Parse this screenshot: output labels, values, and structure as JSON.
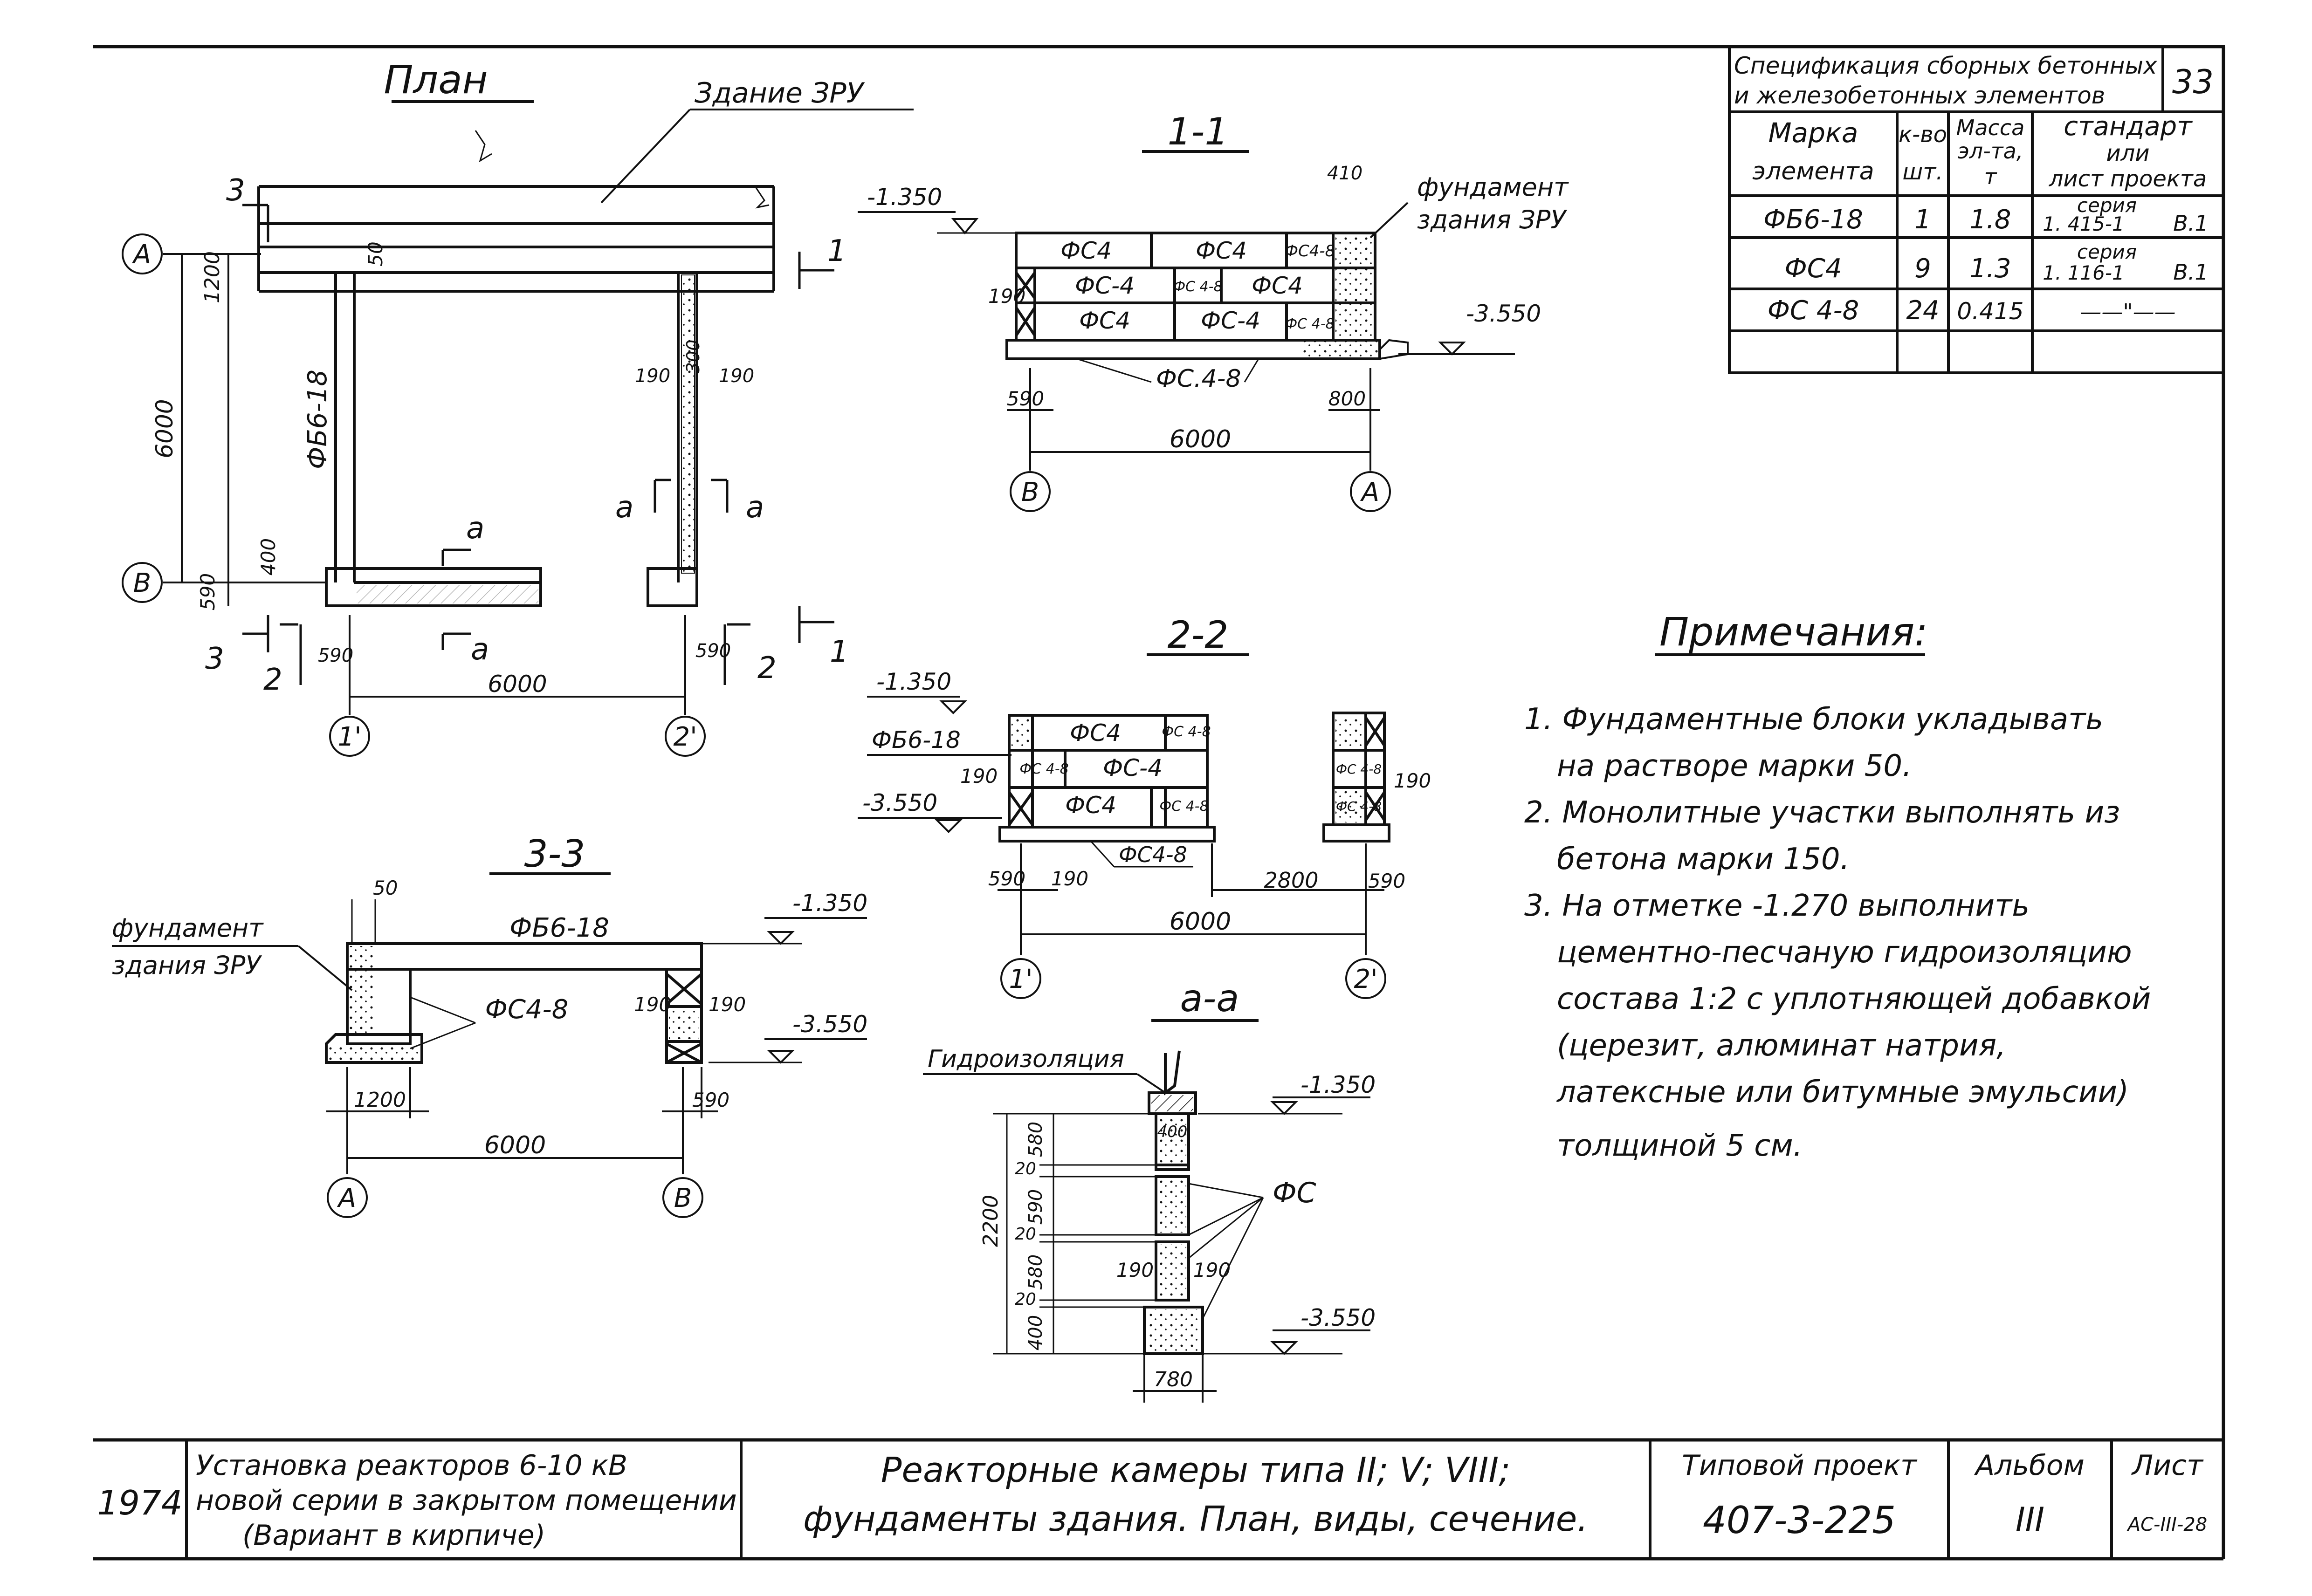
{
  "sheet_number": "33",
  "spec_table": {
    "title_line1": "Спецификация сборных бетонных",
    "title_line2": "и железобетонных элементов",
    "headers": {
      "mark_line1": "Марка",
      "mark_line2": "элемента",
      "qty_line1": "к-во",
      "qty_line2": "шт.",
      "mass_line1": "Масса",
      "mass_line2": "эл-та,",
      "mass_line3": "т",
      "std_line1": "стандарт",
      "std_line2": "или",
      "std_line3": "лист проекта"
    },
    "rows": [
      {
        "mark": "ФБ6-18",
        "qty": "1",
        "mass": "1.8",
        "std_top": "серия",
        "std_bottom": "1. 415-1",
        "std_issue": "В.1"
      },
      {
        "mark": "ФС4",
        "qty": "9",
        "mass": "1.3",
        "std_top": "серия",
        "std_bottom": "1. 116-1",
        "std_issue": "В.1"
      },
      {
        "mark": "ФС 4-8",
        "qty": "24",
        "mass": "0.415",
        "std_top": "",
        "std_bottom": "——\"——",
        "std_issue": ""
      }
    ]
  },
  "plan": {
    "title": "План",
    "building_label": "Здание ЗРУ",
    "axis_a": "А",
    "axis_b": "В",
    "axis_1": "1'",
    "axis_2": "2'",
    "dim_1200": "1200",
    "dim_50": "50",
    "dim_6000_v": "6000",
    "dim_400": "400",
    "dim_590": "590",
    "dim_190_l": "190",
    "dim_300": "300",
    "dim_190_r": "190",
    "dim_590_l": "590",
    "dim_590_r": "590",
    "dim_6000_h": "6000",
    "block_label": "ФБ6-18",
    "cut_3": "3",
    "cut_1": "1",
    "cut_2": "2",
    "cut_a": "а"
  },
  "section_1_1": {
    "title": "1-1",
    "level_top": "-1.350",
    "level_bottom": "-3.550",
    "dim_410": "410",
    "dim_190": "190",
    "dim_590": "590",
    "dim_800": "800",
    "dim_6000": "6000",
    "foundation_label_1": "фундамент",
    "foundation_label_2": "здания ЗРУ",
    "row1": [
      "ФС4",
      "ФС4",
      "ФС4-8"
    ],
    "row2": [
      "ФС-4",
      "ФС 4-8",
      "ФС4"
    ],
    "row3": [
      "ФС4",
      "ФС-4",
      "ФС 4-8"
    ],
    "bottom_label": "ФС.4-8",
    "axis_left": "В",
    "axis_right": "А"
  },
  "section_2_2": {
    "title": "2-2",
    "level_top": "-1.350",
    "level_bottom": "-3.550",
    "fb_label": "ФБ6-18",
    "blocks": [
      "ФС4",
      "ФС 4-8",
      "ФС 4-8",
      "ФС-4",
      "ФС4",
      "ФС 4-8"
    ],
    "bottom_label": "ФС4-8",
    "dim_190_a": "190",
    "dim_590": "590",
    "dim_190_b": "190",
    "dim_2800": "2800",
    "dim_590_r": "590",
    "dim_190_r": "190",
    "dim_6000": "6000",
    "right_blocks": [
      "ФС 4-8",
      "ФС 4-8"
    ],
    "axis_left": "1'",
    "axis_right": "2'"
  },
  "section_3_3": {
    "title": "3-3",
    "foundation_label_1": "фундамент",
    "foundation_label_2": "здания ЗРУ",
    "dim_50": "50",
    "fb_label": "ФБ6-18",
    "level_top": "-1.350",
    "level_bottom": "-3.550",
    "fc_label": "ФС4-8",
    "dim_190_a": "190",
    "dim_190_b": "190",
    "dim_1200": "1200",
    "dim_590": "590",
    "dim_6000": "6000",
    "axis_left": "А",
    "axis_right": "В"
  },
  "section_a_a": {
    "title": "а-а",
    "hydro_label": "Гидроизоляция",
    "level_top": "-1.350",
    "level_bottom": "-3.550",
    "dims_left": [
      "580",
      "20",
      "590",
      "20",
      "580",
      "20",
      "400"
    ],
    "dim_total": "2200",
    "dim_400": "400",
    "dim_190_l": "190",
    "dim_190_r": "190",
    "dim_780": "780",
    "fc_label": "ФС"
  },
  "notes": {
    "title": "Примечания:",
    "items": [
      "1. Фундаментные блоки укладывать",
      "на растворе марки 50.",
      "2. Монолитные участки выполнять из",
      "бетона марки 150.",
      "3. На отметке -1.270 выполнить",
      "цементно-песчаную гидроизоляцию",
      "состава 1:2 с уплотняющей добавкой",
      "(церезит, алюминат натрия,",
      "латексные или битумные эмульсии)",
      "толщиной 5 см."
    ]
  },
  "title_block": {
    "year": "1974",
    "description_1": "Установка реакторов 6-10 кВ",
    "description_2": "новой серии в закрытом помещении",
    "description_3": "(Вариант в кирпиче)",
    "drawing_title_1": "Реакторные камеры типа II; V; VIII;",
    "drawing_title_2": "фундаменты здания. План, виды, сечение.",
    "project_label": "Типовой проект",
    "project_number": "407-3-225",
    "album_label": "Альбом",
    "album_number": "III",
    "sheet_label": "Лист",
    "sheet_code": "АС-III-28"
  }
}
